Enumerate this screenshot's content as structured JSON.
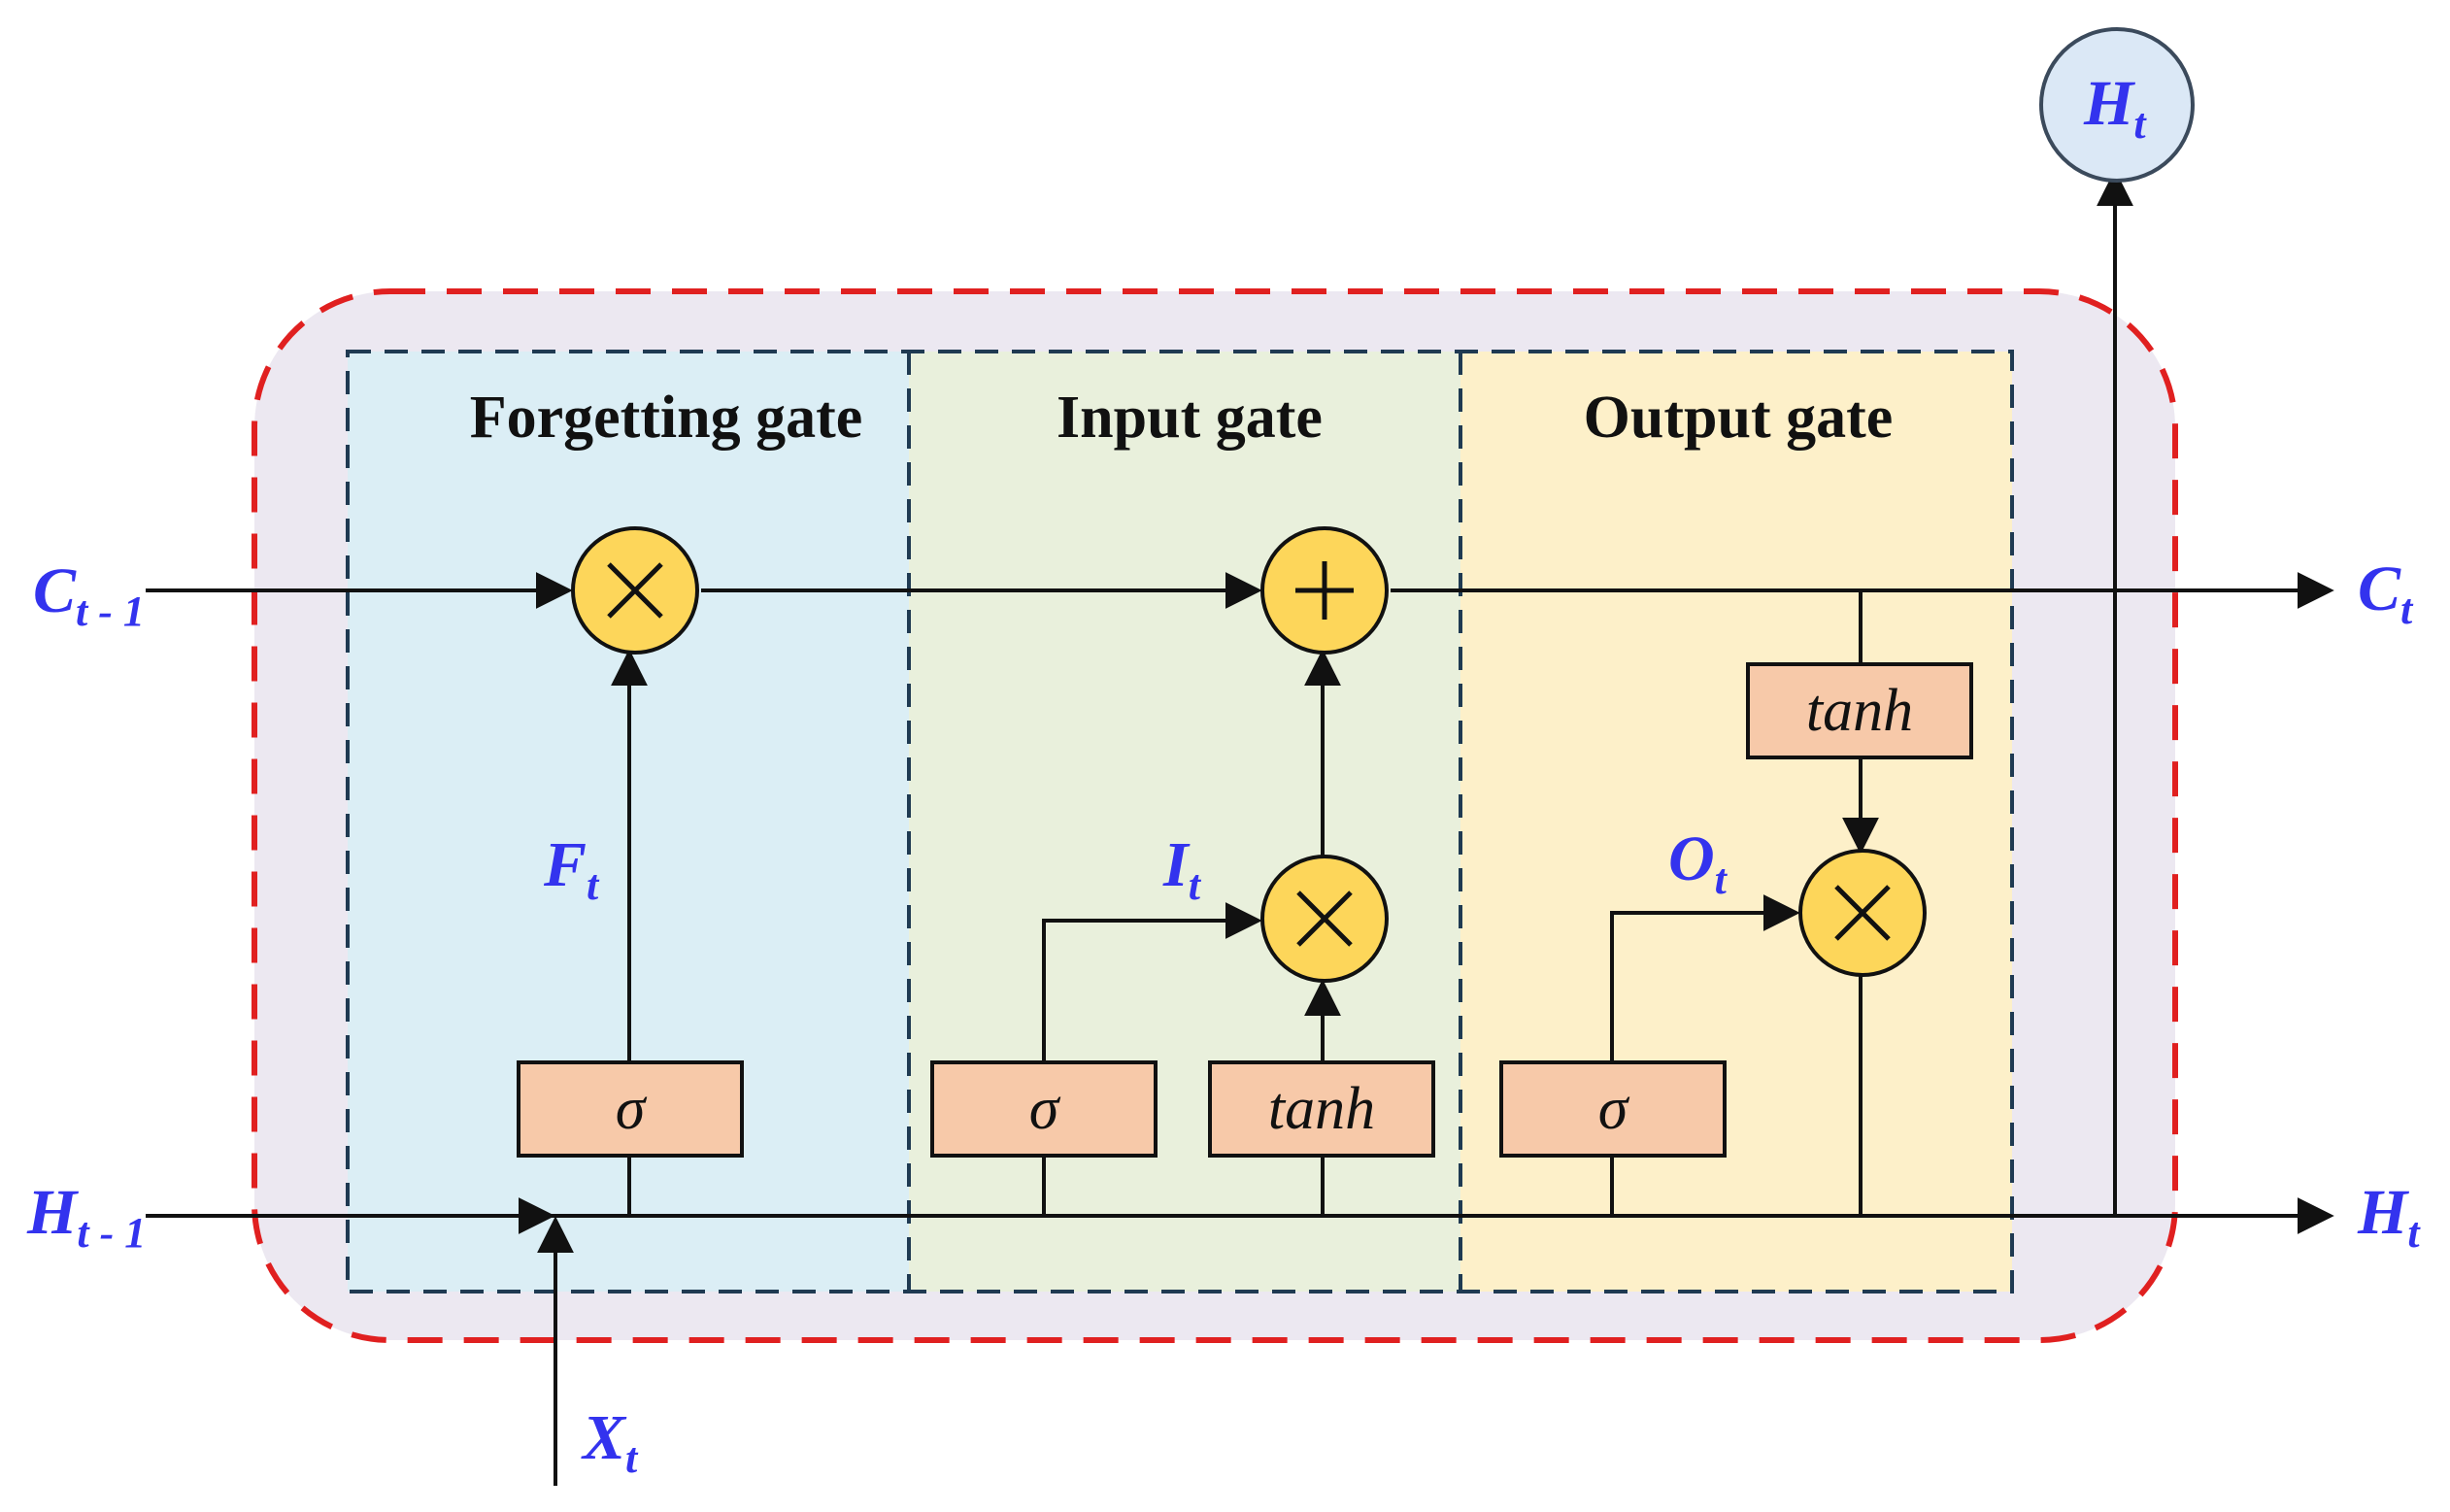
{
  "gates": {
    "forget": {
      "title": "Forgetting gate"
    },
    "input": {
      "title": "Input gate"
    },
    "output": {
      "title": "Output gate"
    }
  },
  "boxes": {
    "forget_sigma": "σ",
    "input_sigma": "σ",
    "input_tanh": "tanh",
    "output_sigma": "σ",
    "output_tanh": "tanh"
  },
  "operators": {
    "multiply": "×",
    "add": "+"
  },
  "variables": {
    "c_prev": {
      "main": "C",
      "sub": "t",
      "suffix": " - 1"
    },
    "c_next": {
      "main": "C",
      "sub": "t"
    },
    "h_prev": {
      "main": "H",
      "sub": "t",
      "suffix": " - 1"
    },
    "h_next": {
      "main": "H",
      "sub": "t"
    },
    "h_out": {
      "main": "H",
      "sub": "t"
    },
    "x_in": {
      "main": "X",
      "sub": "t"
    },
    "f_t": {
      "main": "F",
      "sub": "t"
    },
    "i_t": {
      "main": "I",
      "sub": "t"
    },
    "o_t": {
      "main": "O",
      "sub": "t"
    }
  },
  "colors": {
    "label_blue": "#3333ee",
    "outer_border": "#e02020",
    "outer_fill": "#ece8f1",
    "forget_fill": "#dbeef5",
    "input_fill": "#e9f0dc",
    "output_fill": "#fdf0c9",
    "gate_border": "#1f3a52",
    "box_fill": "#f7c9a9",
    "op_fill": "#fdd65a",
    "output_circle_fill": "#dbe8f6",
    "output_circle_border": "#3b4a5c"
  }
}
